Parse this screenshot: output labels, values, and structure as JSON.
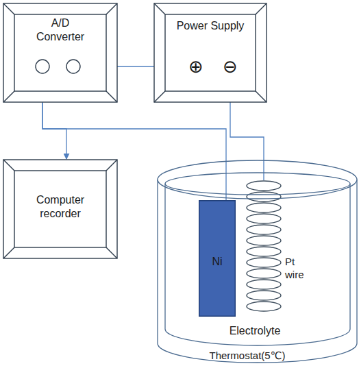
{
  "diagram": {
    "nodes": [
      {
        "text": [
          "A/D Converter"
        ]
      },
      {
        "text": [
          "Power Supply"
        ]
      },
      {
        "text": [
          "Computer recorder"
        ]
      },
      {
        "text": [
          "Thermostat(5℃)"
        ]
      },
      {
        "text": [
          "Electrolyte"
        ],
        "in": 3
      },
      {
        "text": [
          "Ni"
        ],
        "in": 4
      }
    ],
    "edges": [
      {
        "from": 0,
        "to": 2,
        "arrow": "to"
      },
      {
        "from": 0,
        "to": 1,
        "arrow": "none"
      },
      {
        "from": 5,
        "to": 0,
        "arrow": "none"
      }
    ],
    "labels": [
      "⊕",
      "⊖",
      "Pt wire"
    ]
  }
}
